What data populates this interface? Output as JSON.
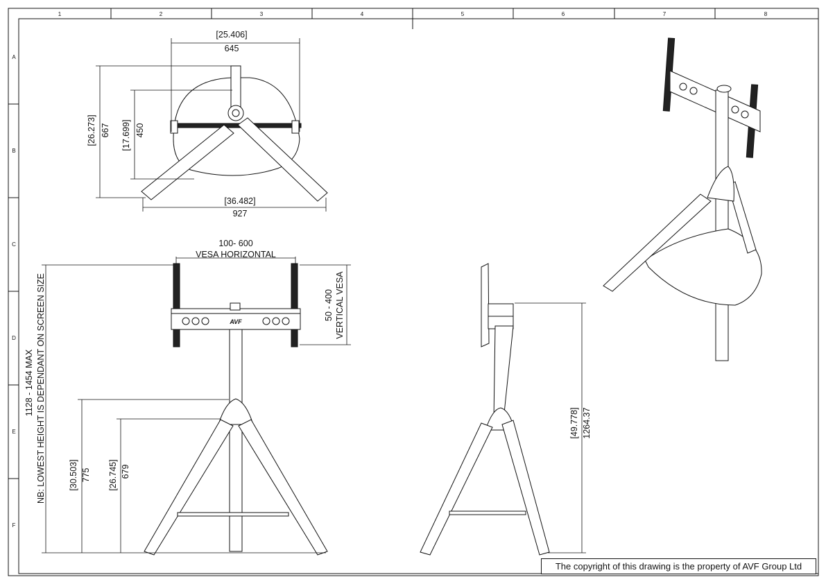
{
  "frame": {
    "columns": [
      "1",
      "2",
      "3",
      "4",
      "5",
      "6",
      "7",
      "8"
    ],
    "rows": [
      "A",
      "B",
      "C",
      "D",
      "E",
      "F"
    ]
  },
  "top_view": {
    "width_inch": "[25.406]",
    "width_mm": "645",
    "height_inch": "[26.273]",
    "height_mm": "667",
    "shelf_inch": "[17.699]",
    "shelf_mm": "450",
    "base_inch": "[36.482]",
    "base_mm": "927"
  },
  "front_view": {
    "vesa_h_range": "100- 600",
    "vesa_h_label": "VESA HORIZONTAL",
    "vesa_v_range": "50 - 400",
    "vesa_v_label": "VERTICAL VESA",
    "height_range": "1128 - 1454 MAX",
    "height_note": "NB: LOWEST HEIGHT IS DEPENDANT ON SCREEN SIZE",
    "leg_inch": "[30.503]",
    "leg_mm": "775",
    "shelf_inch": "[26.745]",
    "shelf_mm": "679",
    "logo": "AVF"
  },
  "side_view": {
    "height_inch": "[49.778]",
    "height_mm": "1264.37"
  },
  "copyright": "The copyright of this drawing is the property of AVF Group Ltd"
}
